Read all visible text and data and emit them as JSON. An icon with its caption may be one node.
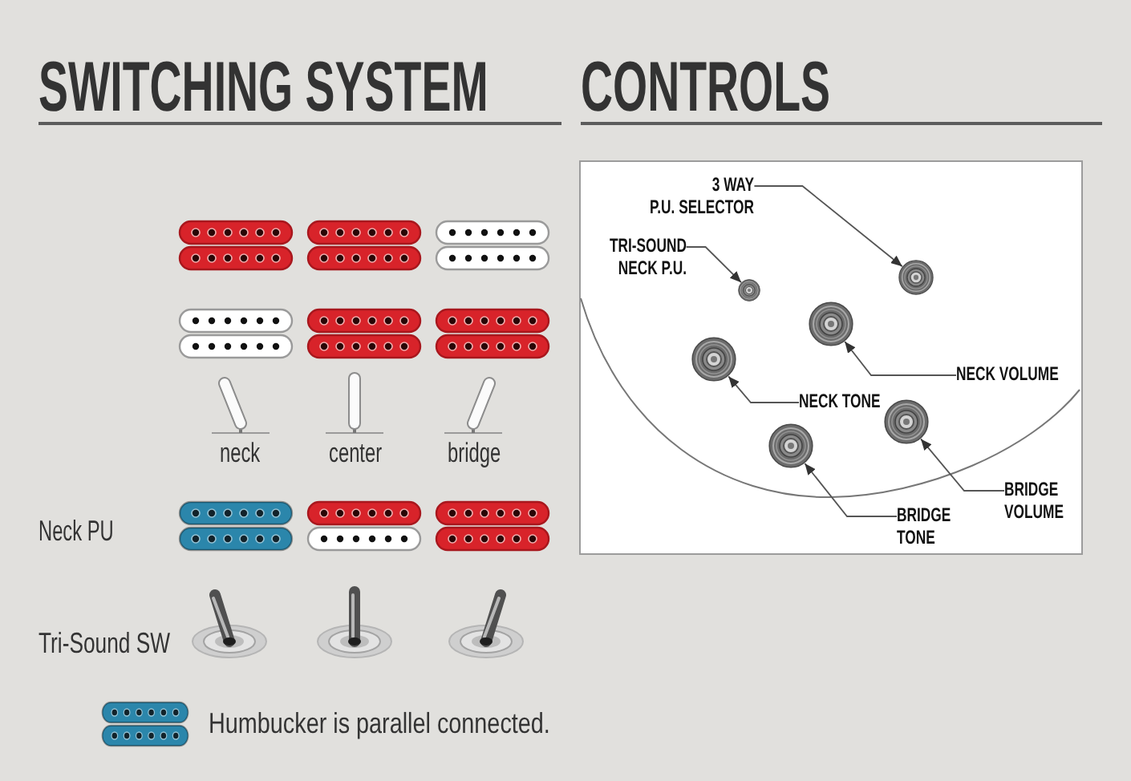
{
  "diagram": {
    "nodes": [
      {
        "text": [],
        "shape": "box"
      },
      {
        "text": [
          "3 WAY P.U. SELECTOR"
        ],
        "in": 0
      },
      {
        "text": [
          "TRI-SOUND NECK P.U."
        ],
        "in": 0
      },
      {
        "text": [],
        "shape": "circle",
        "in": 0
      },
      {
        "text": [],
        "shape": "circle",
        "in": 0
      },
      {
        "text": [],
        "shape": "circle",
        "in": 0
      },
      {
        "text": [],
        "shape": "circle",
        "in": 0
      },
      {
        "text": [
          "NECK VOLUME"
        ],
        "in": 0
      },
      {
        "text": [
          "NECK TONE"
        ],
        "in": 0
      },
      {
        "text": [],
        "shape": "circle",
        "in": 0
      },
      {
        "text": [],
        "shape": "circle",
        "in": 0
      },
      {
        "text": [
          "BRIDGE VOLUME"
        ],
        "in": 0
      },
      {
        "text": [
          "BRIDGE TONE"
        ],
        "in": 0
      }
    ],
    "edges": [
      {
        "from": 1,
        "to": 3,
        "arrow": "to"
      },
      {
        "from": 2,
        "to": 4,
        "arrow": "to"
      },
      {
        "from": 7,
        "to": 5,
        "arrow": "to"
      },
      {
        "from": 8,
        "to": 6,
        "arrow": "to"
      },
      {
        "from": 11,
        "to": 9,
        "arrow": "to"
      },
      {
        "from": 12,
        "to": 10,
        "arrow": "to"
      }
    ],
    "labels": [
      "SWITCHING SYSTEM",
      "CONTROLS",
      "neck",
      "center",
      "bridge",
      "Neck PU",
      "Tri-Sound SW"
    ],
    "legend": [
      {
        "text": "Humbucker is parallel connected.",
        "color": "#2b86ab"
      }
    ]
  }
}
